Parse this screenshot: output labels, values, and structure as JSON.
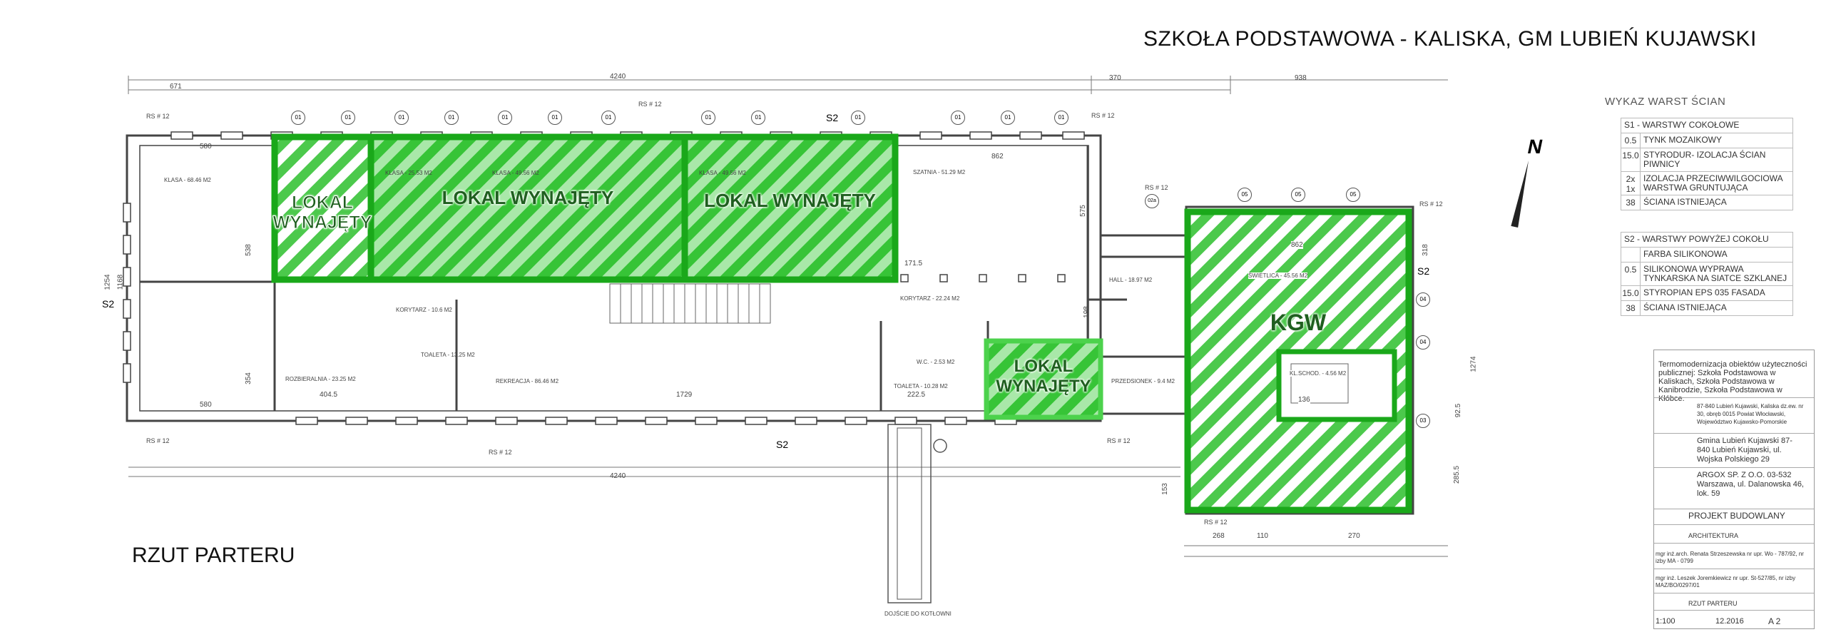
{
  "header": {
    "title": "SZKOŁA PODSTAWOWA  -  KALISKA, GM  LUBIEŃ KUJAWSKI",
    "drawing_name": "RZUT PARTERU"
  },
  "overlays": {
    "lokal_1": "LOKAL WYNAJĘTY",
    "lokal_2": "LOKAL WYNAJĘTY",
    "lokal_3": "LOKAL WYNAJĘTY",
    "lokal_4": "LOKAL WYNAJĘTY",
    "kgw": "KGW"
  },
  "rooms": {
    "klasa_1": "KLASA - 68.46 M2",
    "klasa_2": "KLASA - 25.53 M2",
    "klasa_3": "KLASA - 49.56 M2",
    "klasa_4": "KLASA - 49.56 M2",
    "szatnia": "SZATNIA - 51.29 M2",
    "hall": "HALL - 18.97 M2",
    "korytarz_1": "KORYTARZ - 10.6 M2",
    "korytarz_2": "KORYTARZ - 22.24 M2",
    "toaleta_1": "TOALETA - 13.25 M2",
    "toaleta_2": "TOALETA - 10.28 M2",
    "wc": "W.C. - 2.53 M2",
    "rozbieralnia": "ROZBIERALNIA - 23.25 M2",
    "rekreacja": "REKREACJA - 86.46 M2",
    "przedsionek_1": "PRZEDSIONEK - 9.4 M2",
    "swietlica": "ŚWIETLICA - 45.56 M2",
    "klatka": "KL.SCHOD. - 4.56 M2",
    "dojscie": "DOJŚCIE DO KOTŁOWNI"
  },
  "dimensions": {
    "total_top": "4240",
    "total_bottom": "4240",
    "right_wing": "938",
    "right_wing_top": "370",
    "left_height": "1254",
    "left_inner": "1168",
    "right_height": "1274",
    "corr_len": "1729",
    "seg_671": "671",
    "seg_580a": "580",
    "seg_580b": "580",
    "h538": "538",
    "h354": "354",
    "h575": "575",
    "v318": "318",
    "d268": "268",
    "d270": "270",
    "d110": "110",
    "d404": "404.5",
    "d222": "222.5",
    "d1715": "171.5",
    "d862": "862",
    "d862b": "862",
    "d136": "136",
    "d2855": "285.5",
    "d925": "92.5",
    "d153": "153",
    "d198": "198"
  },
  "window_tags": {
    "o1": "01",
    "s2": "S2",
    "o5": "05",
    "o4": "04",
    "o3": "03",
    "o2a": "02a"
  },
  "rs_labels": {
    "rs": "RS # 12"
  },
  "north": "N",
  "legend": {
    "title": "WYKAZ WARST ŚCIAN",
    "s1_header": "S1 - WARSTWY COKOŁOWE",
    "s1_rows": [
      {
        "n": "0.5",
        "t": "TYNK MOZAIKOWY"
      },
      {
        "n": "15.0",
        "t": "STYRODUR- IZOLACJA ŚCIAN PIWNICY"
      },
      {
        "n": "2x 1x",
        "t": "IZOLACJA PRZECIWWILGOCIOWA WARSTWA GRUNTUJĄCA"
      },
      {
        "n": "38",
        "t": "ŚCIANA ISTNIEJĄCA"
      }
    ],
    "s2_header": "S2 - WARSTWY POWYŻEJ COKOŁU",
    "s2_rows": [
      {
        "n": "",
        "t": "FARBA SILIKONOWA"
      },
      {
        "n": "0.5",
        "t": "SILIKONOWA WYPRAWA TYNKARSKA NA SIATCE SZKLANEJ"
      },
      {
        "n": "15.0",
        "t": "STYROPIAN EPS 035 FASADA"
      },
      {
        "n": "38",
        "t": "ŚCIANA ISTNIEJĄCA"
      }
    ]
  },
  "title_block": {
    "subject": "Termomodernizacja obiektów użyteczności publicznej: Szkoła Podstawowa w Kaliskach, Szkoła Podstawowa w Kanibrodzie, Szkoła Podstawowa w Kłóbce.",
    "address": "87-840 Lubień Kujawski, Kaliska dz.ew. nr 30, obręb 0015 Powiat Włocławski, Województwo Kujawsko-Pomorskie",
    "investor": "Gmina Lubień Kujawski 87-840 Lubień Kujawski, ul. Wojska Polskiego 29",
    "designer": "ARGOX SP. Z O.O. 03-532 Warszawa, ul. Dalanowska 46, lok. 59",
    "stage": "PROJEKT BUDOWLANY",
    "branch": "ARCHITEKTURA",
    "author1": "mgr inż.arch. Renata Strzeszewska nr upr. Wo - 787/92, nr izby MA - 0799",
    "author2": "mgr inż. Leszek Joremkiewicz nr upr. St-527/85, nr izby MAZ/BO/0297/01",
    "sheet_name": "RZUT PARTERU",
    "scale": "1:100",
    "date": "12.2016",
    "number": "A 2"
  },
  "colors": {
    "hatch_green": "#34c234",
    "hatch_light": "#a9e8a9",
    "border_green": "#1aa81a",
    "wall": "#444444"
  }
}
